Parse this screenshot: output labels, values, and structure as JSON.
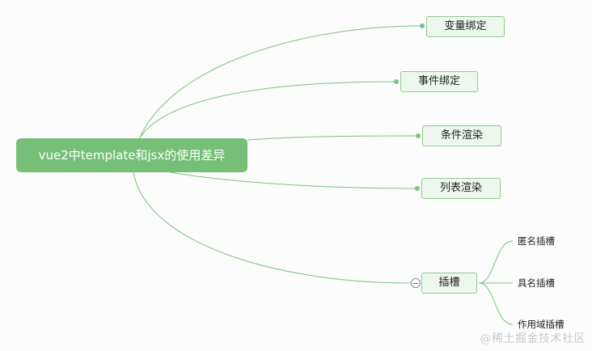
{
  "mindmap": {
    "root": {
      "label": "vue2中template和jsx的使用差异"
    },
    "topics": [
      {
        "label": "变量绑定"
      },
      {
        "label": "事件绑定"
      },
      {
        "label": "条件渲染"
      },
      {
        "label": "列表渲染"
      },
      {
        "label": "插槽",
        "collapse_icon": "minus-circle-icon",
        "children": [
          {
            "label": "匿名插槽"
          },
          {
            "label": "具名插槽"
          },
          {
            "label": "作用域插槽"
          }
        ]
      }
    ]
  },
  "colors": {
    "root_fill": "#76bf76",
    "topic_fill": "#eef7ee",
    "topic_border": "#8fcb8f",
    "link": "#7cc27c",
    "background": "#fcfcfc"
  },
  "watermark": "@稀土掘金技术社区"
}
